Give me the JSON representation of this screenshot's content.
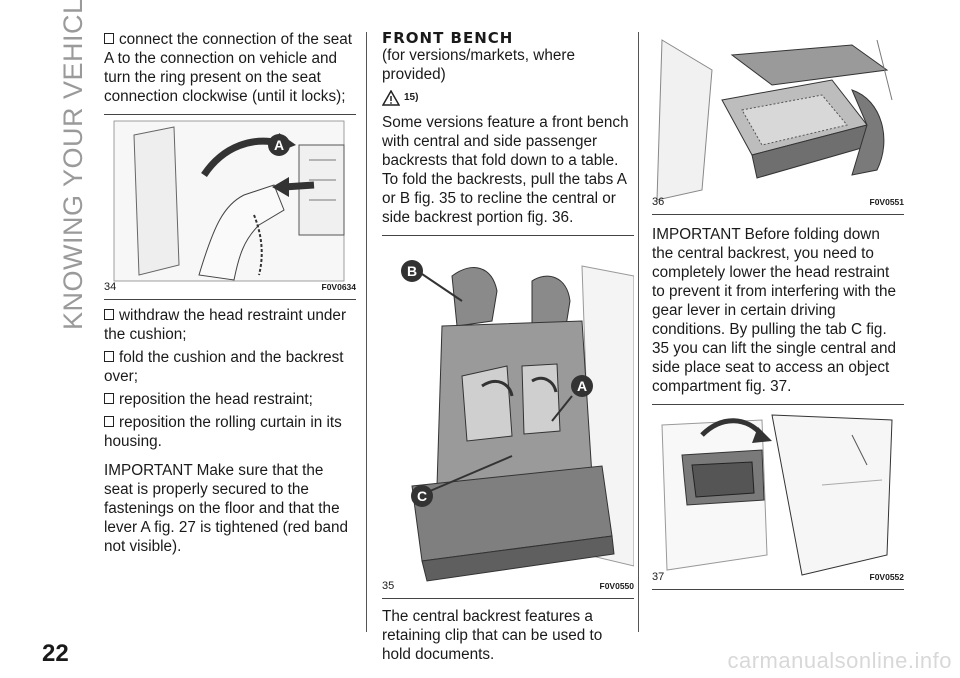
{
  "section_title": "KNOWING YOUR VEHICLE",
  "page_number": "22",
  "col1": {
    "bullet1": "connect the connection of the seat A to the connection on vehicle and turn the ring present on the seat connection clockwise (until it locks);",
    "fig34": {
      "number": "34",
      "code": "F0V0634",
      "callout": "A"
    },
    "bullets": [
      "withdraw the head restraint under the cushion;",
      "fold the cushion and the backrest over;",
      "reposition the head restraint;",
      "reposition the rolling curtain in its housing."
    ],
    "important": "IMPORTANT Make sure that the seat is properly secured to the fastenings on the floor and that the lever A fig. 27 is tightened (red band not visible)."
  },
  "col2": {
    "heading": "FRONT BENCH",
    "subheading": "(for versions/markets, where provided)",
    "warning_ref": "15)",
    "text1": "Some versions feature a front bench with central and side passenger backrests that fold down to a table. To fold the backrests, pull the tabs A or B fig. 35 to recline the central or side backrest portion fig. 36.",
    "fig35": {
      "number": "35",
      "code": "F0V0550",
      "callouts": [
        "B",
        "A",
        "C"
      ]
    },
    "text2": "The central backrest features a retaining clip that can be used to hold documents."
  },
  "col3": {
    "fig36": {
      "number": "36",
      "code": "F0V0551"
    },
    "text1": "IMPORTANT Before folding down the central backrest, you need to completely lower the head restraint to prevent it from interfering with the gear lever in certain driving conditions. By pulling the tab C fig. 35 you can lift the single central and side place seat to access an object compartment fig. 37.",
    "fig37": {
      "number": "37",
      "code": "F0V0552"
    }
  },
  "watermark": "carmanualsonline.info"
}
